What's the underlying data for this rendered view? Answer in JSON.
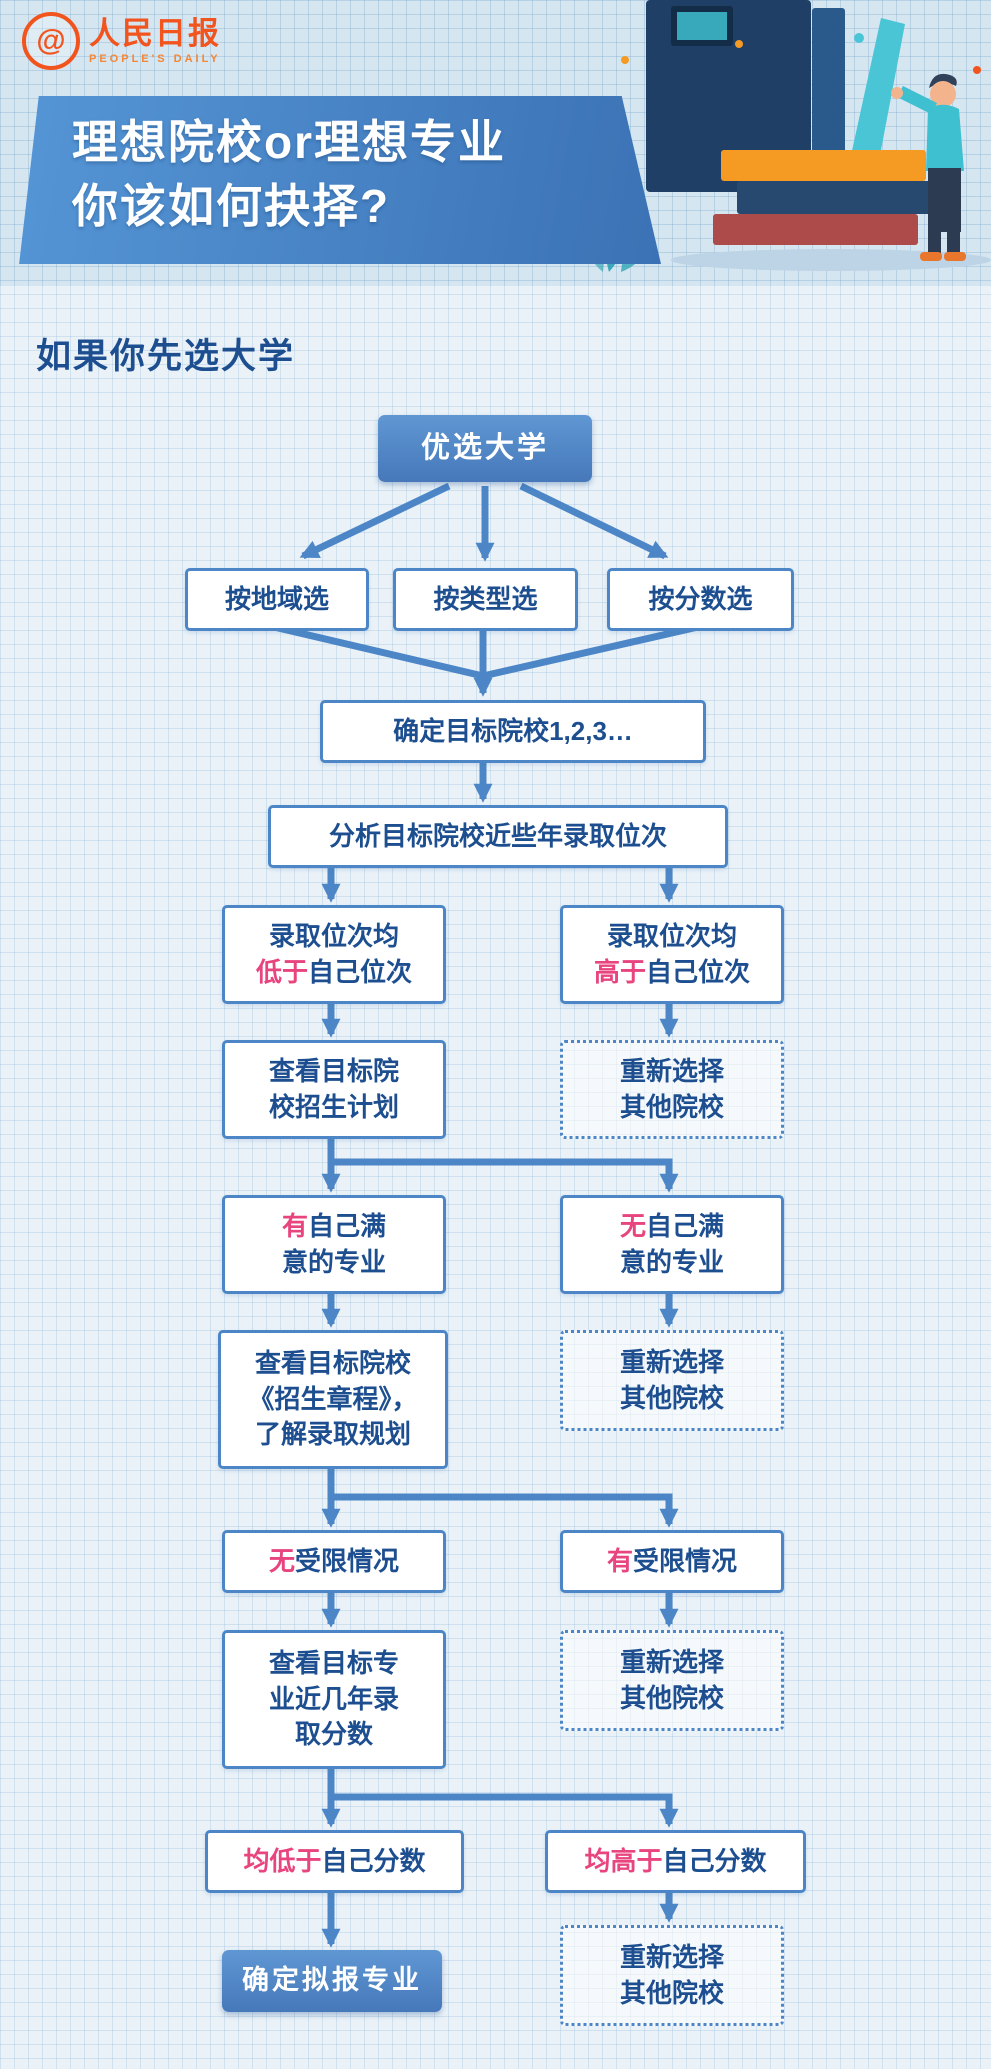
{
  "header": {
    "logo": {
      "at_glyph": "@",
      "brand": "人民日报",
      "subtitle": "PEOPLE'S DAILY"
    },
    "title_line1": "理想院校or理想专业",
    "title_line2": "你该如何抉择?"
  },
  "section": {
    "heading": "如果你先选大学"
  },
  "flowchart": {
    "start": "优选大学",
    "by_region": "按地域选",
    "by_type": "按类型选",
    "by_score": "按分数选",
    "confirm_targets": "确定目标院校1,2,3…",
    "analyze_rank": "分析目标院校近些年录取位次",
    "rank_lower": {
      "line1": "录取位次均",
      "accent": "低于",
      "after": "自己位次"
    },
    "rank_higher": {
      "line1": "录取位次均",
      "accent": "高于",
      "after": "自己位次"
    },
    "check_plan": {
      "lines": [
        "查看目标院",
        "校招生计划"
      ]
    },
    "reselect": {
      "line1": "重新选择",
      "line2": "其他院校"
    },
    "has_major": {
      "accent": "有",
      "line1_rest": "自己满",
      "line2": "意的专业"
    },
    "no_major": {
      "accent": "无",
      "line1_rest": "自己满",
      "line2": "意的专业"
    },
    "check_charter": {
      "lines": [
        "查看目标院校",
        "《招生章程》，",
        "了解录取规划"
      ]
    },
    "no_restrict": {
      "accent": "无",
      "rest": "受限情况"
    },
    "has_restrict": {
      "accent": "有",
      "rest": "受限情况"
    },
    "check_scores": {
      "lines": [
        "查看目标专",
        "业近几年录",
        "取分数"
      ]
    },
    "all_lower": {
      "accent": "均低于",
      "rest": "自己分数"
    },
    "all_higher": {
      "accent": "均高于",
      "rest": "自己分数"
    },
    "final": "确定拟报专业"
  },
  "colors": {
    "banner_blue_top": "#5596d6",
    "banner_blue_bottom": "#3b72b5",
    "flow_line": "#4c86c6",
    "node_text": "#1d4e8f",
    "node_fill": "#4678ba",
    "accent_pink": "#e8447d",
    "logo_orange": "#f2541e"
  }
}
